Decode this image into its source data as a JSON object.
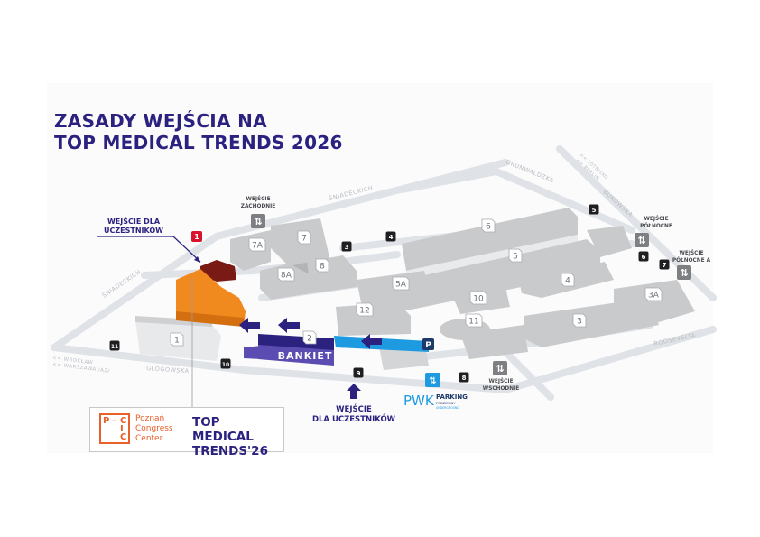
{
  "title": {
    "line1": "ZASADY WEJŚCIA NA",
    "line2": "TOP MEDICAL TRENDS 2026"
  },
  "colors": {
    "brand_navy": "#2b2280",
    "orange_hall": "#f08a1e",
    "dark_red": "#7a1a14",
    "bankiet_purple": "#3e2f96",
    "route_blue": "#1e9ae0",
    "marker_red": "#d8142c",
    "building_grey": "#c9cacc",
    "road_grey": "#dfe2e6",
    "pcc_orange": "#e9602a"
  },
  "participant_entrance_callout": {
    "line1": "WEJŚCIE DLA",
    "line2": "UCZESTNIKÓW",
    "gate_number": "1"
  },
  "bottom_entrance": {
    "line1": "WEJŚCIE",
    "line2": "DLA UCZESTNIKÓW"
  },
  "bankiet_label": "BANKIET",
  "entrances": [
    {
      "id": "west",
      "line1": "WEJŚCIE",
      "line2": "ZACHODNIE"
    },
    {
      "id": "north",
      "line1": "WEJŚCIE",
      "line2": "PÓŁNOCNE"
    },
    {
      "id": "north-a",
      "line1": "WEJŚCIE",
      "line2": "PÓŁNOCNE A"
    },
    {
      "id": "east",
      "line1": "WEJŚCIE",
      "line2": "WSCHODNIE"
    }
  ],
  "gates": [
    "3",
    "4",
    "5",
    "6",
    "7",
    "8",
    "9",
    "10",
    "11"
  ],
  "buildings": [
    "1",
    "2",
    "3",
    "3A",
    "4",
    "5",
    "5A",
    "6",
    "7",
    "7A",
    "8",
    "8A",
    "10",
    "11",
    "12"
  ],
  "streets": {
    "sniadeckich_top": "ŚNIADECKICH",
    "sniadeckich_left": "ŚNIADECKICH",
    "grunwaldzka": "GRUNWALDZKA",
    "bukowska": "BUKOWSKA",
    "glogowska": "GŁOGOWSKA",
    "roosevelta": "ROOSEVELTA"
  },
  "directions": {
    "left_line1": "<< WROCŁAW",
    "left_line2": "<< WARSZAWA /A2/",
    "top_line1": "<< LOTNISKO",
    "top_line2": "<< BERLIN"
  },
  "parking": {
    "brand": "PWK",
    "line1": "PARKING",
    "line2": "PODZIEMNY",
    "line3": "UNDERGROUND",
    "icon_letter": "P"
  },
  "legend": {
    "pcc_letters": [
      "P",
      "C",
      "I",
      "C"
    ],
    "venue_line1": "Poznań",
    "venue_line2": "Congress",
    "venue_line3": "Center",
    "event_line1": "TOP MEDICAL",
    "event_line2": "TRENDS'26"
  }
}
